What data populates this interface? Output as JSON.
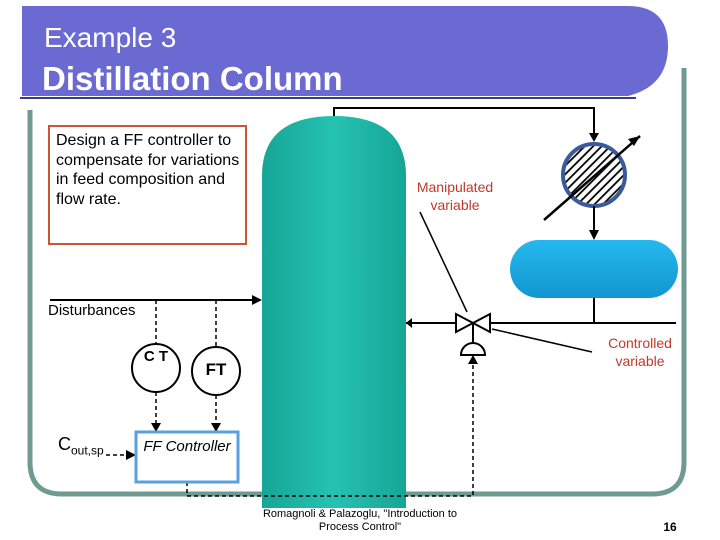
{
  "header": {
    "line1": "Example 3",
    "line2": "Distillation Column"
  },
  "problem": {
    "text": "Design a FF controller to compensate for variations in feed composition and flow rate."
  },
  "labels": {
    "manipulated": "Manipulated variable",
    "disturbances": "Disturbances",
    "ct": "C T",
    "ft": "FT",
    "controlled": "Controlled variable",
    "cout_main": "C",
    "cout_sub": "out,sp",
    "ff_controller": "FF Controller"
  },
  "footer": {
    "citation": "Romagnoli & Palazoglu, \"Introduction to Process Control\"",
    "page": "16"
  },
  "colors": {
    "header_bar": "#6a6ad2",
    "frame": "#6f9a90",
    "column": "#1fb5a6",
    "drum": "#1eaee6",
    "manipulated_text": "#c0392b",
    "controlled_text": "#c0392b",
    "problem_border": "#cc5533",
    "ff_border": "#5aa0e0"
  },
  "icons": {
    "condenser": "hatched-circle-icon",
    "valve": "control-valve-icon"
  }
}
